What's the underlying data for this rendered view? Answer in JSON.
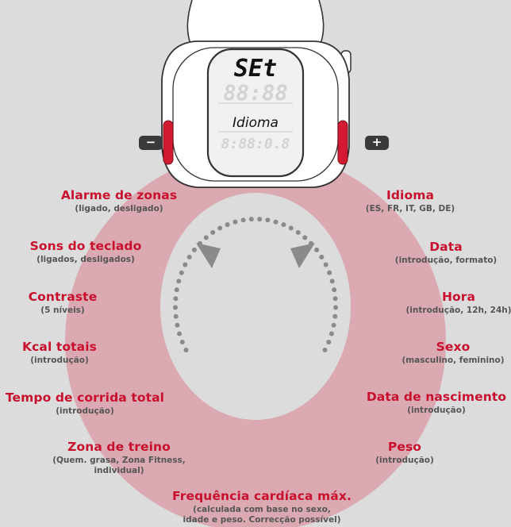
{
  "watch": {
    "line1": "SEt",
    "line2": "88:88",
    "line3": "Idioma",
    "line4": "8:88:0.8"
  },
  "buttons": {
    "minus": "−",
    "plus": "+"
  },
  "left_items": [
    {
      "title": "Alarme de zonas",
      "sub": "(ligado, desligado)"
    },
    {
      "title": "Sons do teclado",
      "sub": "(ligados, desligados)"
    },
    {
      "title": "Contraste",
      "sub": "(5 níveis)"
    },
    {
      "title": "Kcal totais",
      "sub": "(introdução)"
    },
    {
      "title": "Tempo de corrida total",
      "sub": "(introdução)"
    },
    {
      "title": "Zona de treino",
      "sub": "(Quem. grasa, Zona Fitness,",
      "sub2": "individual)"
    }
  ],
  "right_items": [
    {
      "title": "Idioma",
      "sub": "(ES, FR, IT, GB, DE)"
    },
    {
      "title": "Data",
      "sub": "(introdução, formato)"
    },
    {
      "title": "Hora",
      "sub": "(introdução, 12h, 24h)"
    },
    {
      "title": "Sexo",
      "sub": "(masculino, feminino)"
    },
    {
      "title": "Data de nascimento",
      "sub": "(introdução)"
    },
    {
      "title": "Peso",
      "sub": "(introdução)"
    }
  ],
  "bottom_item": {
    "title": "Frequência cardíaca máx.",
    "sub": "(calculada com base no sexo,",
    "sub2": "idade e peso. Correcção possível)"
  },
  "colors": {
    "background": "#dcdcdc",
    "ring": "#dba9b1",
    "accent": "#c8102e",
    "dots": "#8a8a8a",
    "watch_button": "#d21a30"
  }
}
